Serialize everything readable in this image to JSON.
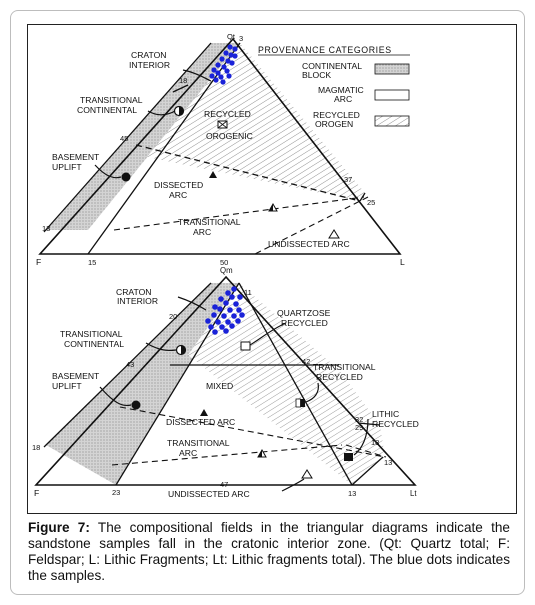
{
  "diagram_top": {
    "apex_top": "Qt",
    "apex_left": "F",
    "apex_right": "L",
    "legend_title": "PROVENANCE CATEGORIES",
    "legend": [
      {
        "label1": "CONTINENTAL",
        "label2": "BLOCK",
        "fill": "stipple"
      },
      {
        "label1": "MAGMATIC",
        "label2": "ARC",
        "fill": "white"
      },
      {
        "label1": "RECYCLED",
        "label2": "OROGEN",
        "fill": "hatch"
      }
    ],
    "fields": {
      "craton1": "CRATON",
      "craton2": "INTERIOR",
      "trans_cont1": "TRANSITIONAL",
      "trans_cont2": "CONTINENTAL",
      "basement1": "BASEMENT",
      "basement2": "UPLIFT",
      "recycled1": "RECYCLED",
      "recycled2": "OROGENIC",
      "dissected1": "DISSECTED",
      "dissected2": "ARC",
      "transarc1": "TRANSITIONAL",
      "transarc2": "ARC",
      "undissected": "UNDISSECTED ARC"
    },
    "ticks": {
      "t3": "3",
      "t18": "18",
      "t45": "45",
      "t13": "13",
      "t15": "15",
      "t50": "50",
      "t37": "37",
      "t25": "25"
    }
  },
  "diagram_bottom": {
    "apex_top": "Qm",
    "apex_left": "F",
    "apex_right": "Lt",
    "fields": {
      "craton1": "CRATON",
      "craton2": "INTERIOR",
      "trans_cont1": "TRANSITIONAL",
      "trans_cont2": "CONTINENTAL",
      "basement1": "BASEMENT",
      "basement2": "UPLIFT",
      "quartzose1": "QUARTZOSE",
      "quartzose2": "RECYCLED",
      "transrec1": "TRANSITIONAL",
      "transrec2": "RECYCLED",
      "mixed": "MIXED",
      "dissected": "DISSECTED ARC",
      "lithic1": "LITHIC",
      "lithic2": "RECYCLED",
      "transarc1": "TRANSITIONAL",
      "transarc2": "ARC",
      "undissected": "UNDISSECTED ARC"
    },
    "ticks": {
      "t11": "11",
      "t20": "20",
      "t43": "43",
      "t42": "42",
      "t32": "32",
      "t29": "29",
      "t18": "18",
      "t13r": "13",
      "t23": "23",
      "t47": "47",
      "t13b": "13",
      "t18l": "18"
    }
  },
  "caption": {
    "label": "Figure 7:",
    "text": " The compositional fields in the triangular diagrams indicate the sandstone samples fall in the cratonic interior zone. (Qt: Quartz total; F: Feldspar; L: Lithic Fragments; Lt: Lithic fragments total). The blue dots indicates the samples."
  },
  "colors": {
    "sample_dots": "#1a22d8",
    "ink": "#111111"
  }
}
